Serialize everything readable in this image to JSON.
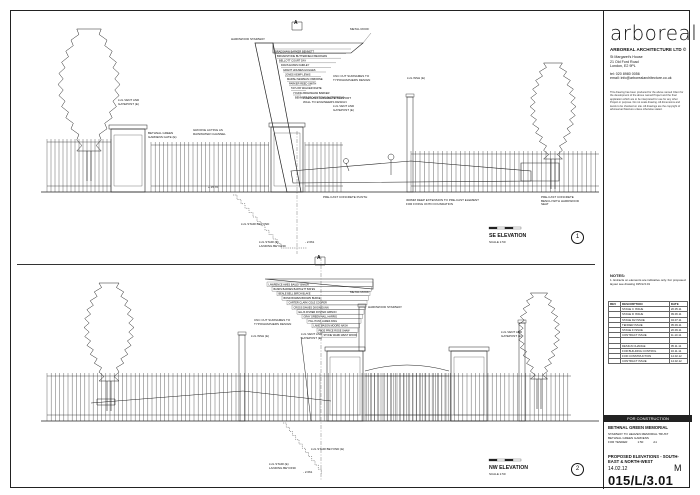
{
  "titleblock": {
    "logo": "arboreal",
    "company": "ARBOREAL ARCHITECTURE LTD ©",
    "address": [
      "St Margaret's House",
      "21 Old Ford Road",
      "London, E2 9PL"
    ],
    "contact": [
      "tel: 020 8980 0056",
      "email: info@arborealarchitecture.co.uk"
    ],
    "disclaimer": "This drawing has been produced for the above named Client for the development of the above named Project and the final application which are to be interpreted for use for any other Project or purpose. Do not scale drawing. All dimensions and levels to be checked on site. All drawings are the copyright of arboreal architecture unless otherwise stated.",
    "notes_heading": "NOTES:",
    "notes": "1. Extracts on elements are indicative only. For proposed layout see drawing 015/L/3.01",
    "revisions_header": [
      "REV",
      "DESCRIPTION",
      "DATE"
    ],
    "revisions": [
      [
        "",
        "STAGE C ISSUE",
        "20.05.11"
      ],
      [
        "",
        "STAGE D ISSUE",
        "09.06.11"
      ],
      [
        "",
        "STAGE D2 ISSUE",
        "04.07.11"
      ],
      [
        "",
        "TENDER ISSUE",
        "05.09.11"
      ],
      [
        "",
        "STAGE F ISSUE",
        "20.09.11"
      ],
      [
        "",
        "CONTRACT ISSUE",
        "11.10.11"
      ],
      [
        "",
        "",
        ""
      ],
      [
        "",
        "DESIGN CHANGE",
        "05.11.11"
      ],
      [
        "",
        "FOR BUILDING CONTROL",
        "16.11.11"
      ],
      [
        "",
        "FOR CONSTRUCTION",
        "14.02.12"
      ],
      [
        "",
        "CONTRACT ISSUE",
        "14.02.12"
      ]
    ],
    "status": "FOR CONSTRUCTION",
    "project": "BETHNAL GREEN MEMORIAL",
    "client": "STAIRWAY TO HEAVEN MEMORIAL TRUST",
    "site": "BETHNAL GREEN GARDENS",
    "purpose": "FOR TENDER",
    "scale": "1:50",
    "size": "A1",
    "drawing_title": "PROPOSED ELEVATIONS - SOUTH-EAST & NORTH-WEST",
    "date": "14.02.12",
    "revision_letter": "M",
    "drawing_number": "015/L/3.01"
  },
  "elevations": {
    "se": {
      "title": "SE ELEVATION",
      "scale": "SCALE 1:50",
      "number": "1",
      "section_marker": "A"
    },
    "nw": {
      "title": "NW ELEVATION",
      "scale": "SCALE 1:50",
      "number": "2",
      "section_marker": "A"
    }
  },
  "labels_se": {
    "metal_roof": "METAL ROOF",
    "hardwood_stairway": "HARDWOOD STAIRWAY",
    "cnc_cut": "CNC CUT SURNAMES TO TYPOGRAPHERS DESIGN",
    "precast": "PRE-CAST CONCRETE SUPPORT WALL TO ENGINEERS DESIGN",
    "lil_vent": "LUL VENT AND GATEPOST (E)",
    "groove": "GROOVE ACTING AS RAINWATER CHANNEL",
    "bethnal": "BETHNAL GREEN GARDENS GATE (E)",
    "lul_wash": "LUL WSH (E)",
    "lil_vent2": "LUL VENT AND GATEPOST (E)",
    "plinth": "PRE-CAST CONCRETE PLINTH",
    "deep": "300MM DEEP EXTENSION TO PRE-CAST ELEMENT FOR FIXING ONTO FOUNDATION",
    "bench": "PRE-CAST CONCRETE BENCH WITH HARDWOOD SEAT",
    "lul_stair": "LUL STAIR BEYOND",
    "lul_stair2": "LUL STAIR (E) LANDING BEYOND",
    "level1": "+ 15.70",
    "level2": "- 2.661"
  },
  "labels_nw": {
    "metal_roof": "METAL ROOF",
    "hardwood_stairway": "HARDWOOD STAIRWAY",
    "cnc_cut": "CNC CUT SURNAMES TO TYPOGRAPHERS DESIGN",
    "lul_wsh": "LUL WSH (E)",
    "lul_vent": "LUL VENT AND GATEPOST (E)",
    "lul_vent2": "LUL VENT AND GATEPOST (E)",
    "lul_stair": "LUL STAIR BEYOND (E)",
    "lul_stair2": "LUL STAIR (E) LANDING BEYOND",
    "level": "- 2.661"
  },
  "names_se": [
    "BRADSHAW",
    "BARKER",
    "BENNETT",
    "BROADSTONE",
    "BUTTERFIELD",
    "BECKMAN",
    "BELLOTT",
    "COURT",
    "DAY",
    "DAVIS",
    "EVANS",
    "FAIRLEY",
    "GRANT",
    "HOLMES",
    "HUGHES",
    "JONES",
    "KEMP",
    "LEWIS",
    "MARSH",
    "NEWMAN",
    "OSBORNE",
    "PARKER",
    "REED",
    "SMITH",
    "TAYLOR",
    "WALKER",
    "WHITE",
    "YOUNG"
  ],
  "names_nw": [
    "LAWRENCE",
    "AMES",
    "BAILEY",
    "BAKER",
    "BANKS",
    "BARNES",
    "BARTLETT",
    "BATES",
    "BEALE",
    "BELL",
    "BIRCH",
    "BLAKE",
    "BOND",
    "BOWEN",
    "BROWN",
    "BURKE",
    "CARTER",
    "CLARK",
    "COLE",
    "COOPER",
    "CROSS",
    "DAVIES",
    "DIXON",
    "DUNN",
    "ELLIS",
    "FISHER",
    "FOSTER",
    "GIBSON",
    "GRAY",
    "GREEN",
    "HALL",
    "HARRIS",
    "HILL",
    "HUNT",
    "JAMES",
    "KING",
    "LANE",
    "MASON",
    "MOORE",
    "NASH",
    "PAGE",
    "PRICE",
    "ROSE",
    "SHAW",
    "STONE",
    "WARD",
    "WEST",
    "WOOD"
  ]
}
